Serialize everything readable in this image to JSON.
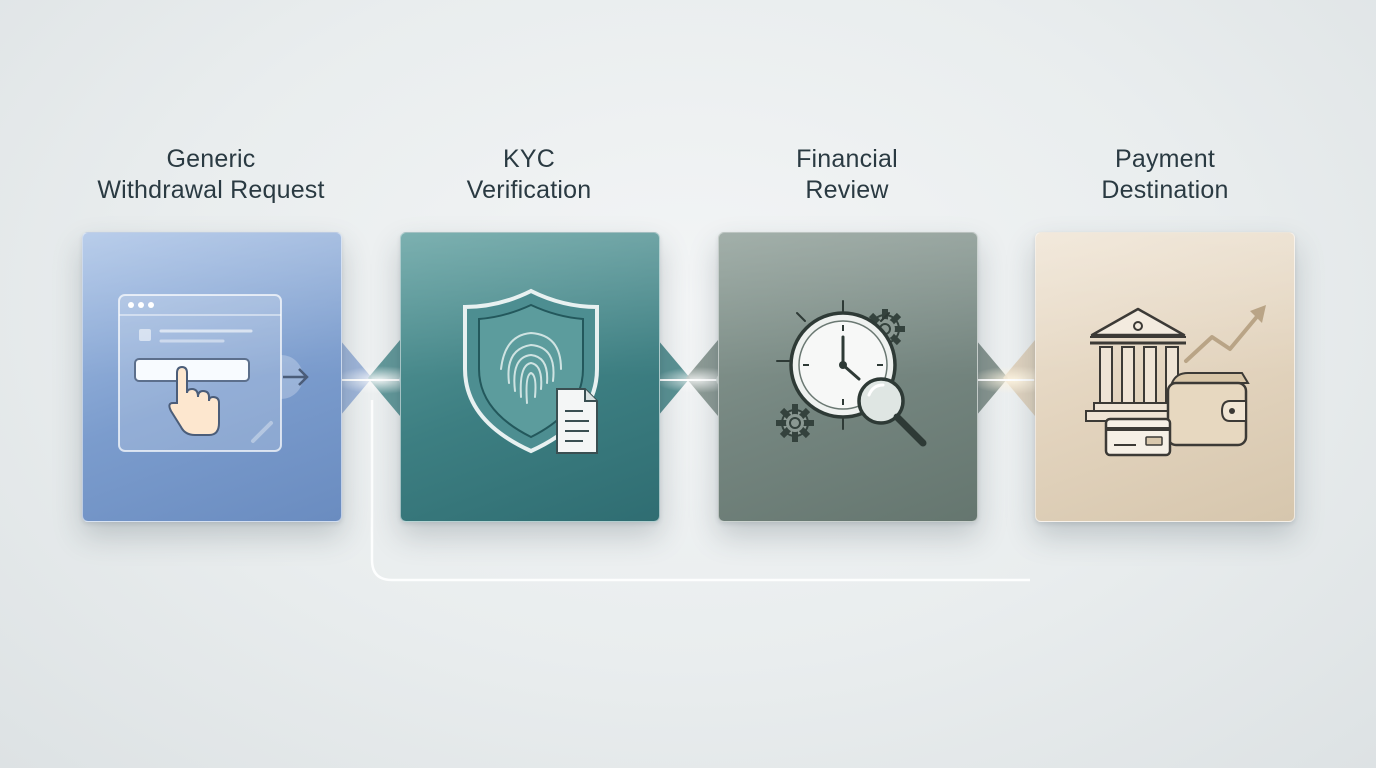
{
  "steps": [
    {
      "title_line1": "Generic",
      "title_line2": "Withdrawal Request",
      "icon": "form-click-icon"
    },
    {
      "title_line1": "KYC",
      "title_line2": "Verification",
      "icon": "shield-fingerprint-icon"
    },
    {
      "title_line1": "Financial",
      "title_line2": "Review",
      "icon": "clock-magnifier-icon"
    },
    {
      "title_line1": "Payment",
      "title_line2": "Destination",
      "icon": "bank-wallet-icon"
    }
  ],
  "colors": {
    "step1": "#7b9ccd",
    "step2": "#3d7f82",
    "step3": "#74857f",
    "step4": "#e2d3bd",
    "title_text": "#2a3a42",
    "connector": "#ffffff"
  }
}
